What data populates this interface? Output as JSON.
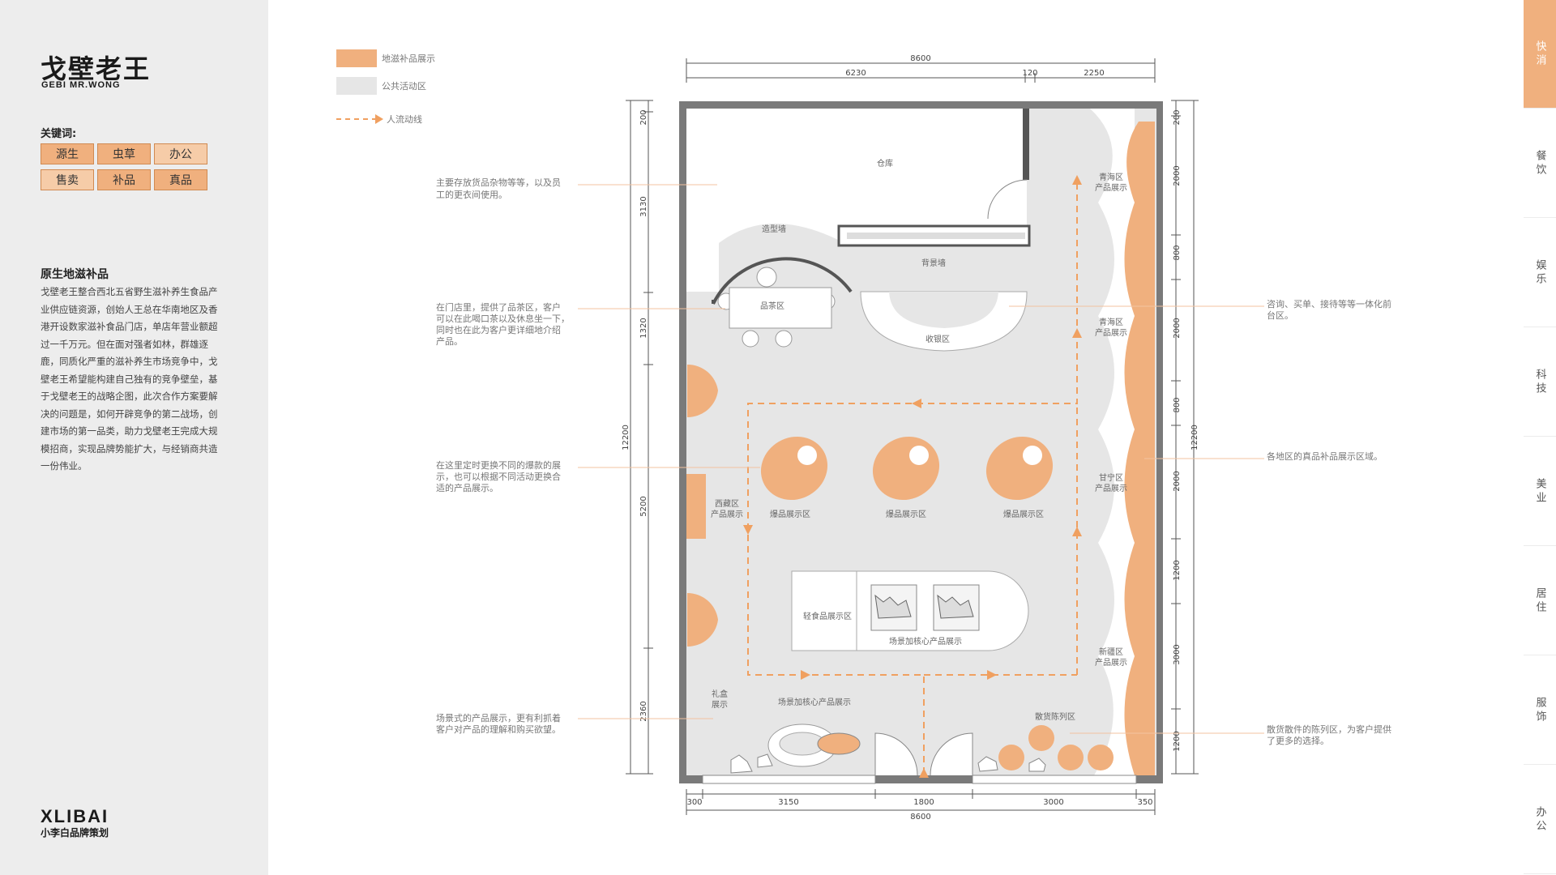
{
  "brand": {
    "name_cn": "戈壁老王",
    "name_en": "GEBI MR.WONG"
  },
  "keywords": {
    "title": "关键词:",
    "items": [
      {
        "label": "源生",
        "tone": "dark"
      },
      {
        "label": "虫草",
        "tone": "dark"
      },
      {
        "label": "办公",
        "tone": "light"
      },
      {
        "label": "售卖",
        "tone": "light"
      },
      {
        "label": "补品",
        "tone": "dark"
      },
      {
        "label": "真品",
        "tone": "dark"
      }
    ]
  },
  "intro": {
    "title": "原生地滋补品",
    "body": "戈壁老王整合西北五省野生滋补养生食品产业供应链资源，创始人王总在华南地区及香港开设数家滋补食品门店，单店年营业额超过一千万元。但在面对强者如林，群雄逐鹿，同质化严重的滋补养生市场竞争中，戈壁老王希望能构建自己独有的竞争壁垒，基于戈壁老王的战略企图，此次合作方案要解决的问题是，如何开辟竞争的第二战场，创建市场的第一品类，助力戈壁老王完成大规模招商，实现品牌势能扩大，与经销商共造一份伟业。"
  },
  "footer": {
    "logo": "XLIBAI",
    "sub": "小李白品牌策划"
  },
  "legend": [
    {
      "label": "地滋补品展示",
      "swatch": "#f0b07e"
    },
    {
      "label": "公共活动区",
      "swatch": "#e6e6e6"
    },
    {
      "label": "人流动线",
      "swatch": "dashed-arrow"
    }
  ],
  "dimensions": {
    "top_total": "8600",
    "top_left": "6230",
    "top_mid": "120",
    "top_right": "2250",
    "bottom_total": "8600",
    "bottom_a": "300",
    "bottom_b": "3150",
    "bottom_c": "1800",
    "bottom_d": "3000",
    "bottom_e": "350",
    "left_total": "12200",
    "left_a": "200",
    "left_b": "3130",
    "left_c": "1320",
    "left_d": "5200",
    "left_e": "2360",
    "right_total": "12200",
    "right_a": "200",
    "right_b": "2000",
    "right_c": "800",
    "right_d": "2000",
    "right_e": "800",
    "right_f": "2000",
    "right_g": "1200",
    "right_h": "3000",
    "right_i": "1200"
  },
  "rooms": {
    "warehouse": "仓库",
    "feature_wall": "造型墙",
    "back_wall": "背景墙",
    "tea": "品茶区",
    "cashier": "收银区",
    "hot1": "爆品展示区",
    "hot2": "爆品展示区",
    "hot3": "爆品展示区",
    "tibet1": "西藏区",
    "tibet2": "产品展示",
    "light_food": "轻食品展示区",
    "scene_core": "场景加核心产品展示",
    "gift1": "礼盒",
    "gift2": "展示",
    "scene_core2": "场景加核心产品展示",
    "bulk": "散货陈列区",
    "qinghai_a1": "青海区",
    "qinghai_a2": "产品展示",
    "qinghai_b1": "青海区",
    "qinghai_b2": "产品展示",
    "gannan1": "甘宁区",
    "gannan2": "产品展示",
    "xinjiang1": "新疆区",
    "xinjiang2": "产品展示"
  },
  "annotations": {
    "a1_l1": "主要存放货品杂物等等，以及员",
    "a1_l2": "工的更衣间使用。",
    "a2_l1": "在门店里，提供了品茶区，客户",
    "a2_l2": "可以在此喝口茶以及休息坐一下，",
    "a2_l3": "同时也在此为客户更详细地介绍",
    "a2_l4": "产品。",
    "a3_l1": "在这里定时更换不同的爆款的展",
    "a3_l2": "示，也可以根据不同活动更换合",
    "a3_l3": "适的产品展示。",
    "a4_l1": "场景式的产品展示，更有利抓着",
    "a4_l2": "客户对产品的理解和购买欲望。",
    "a5_l1": "咨询、买单、接待等等一体化前",
    "a5_l2": "台区。",
    "a6_l1": "各地区的真品补品展示区域。",
    "a7_l1": "散货散件的陈列区，为客户提供",
    "a7_l2": "了更多的选择。"
  },
  "nav": [
    {
      "label": "快消",
      "active": true
    },
    {
      "label": "餐饮",
      "active": false
    },
    {
      "label": "娱乐",
      "active": false
    },
    {
      "label": "科技",
      "active": false
    },
    {
      "label": "美业",
      "active": false
    },
    {
      "label": "居住",
      "active": false
    },
    {
      "label": "服饰",
      "active": false
    },
    {
      "label": "办公",
      "active": false
    }
  ],
  "colors": {
    "accent": "#f0b07e",
    "public": "#e6e6e6",
    "wall": "#777777",
    "flow": "#f0a060",
    "guide": "#f3c3a0"
  }
}
